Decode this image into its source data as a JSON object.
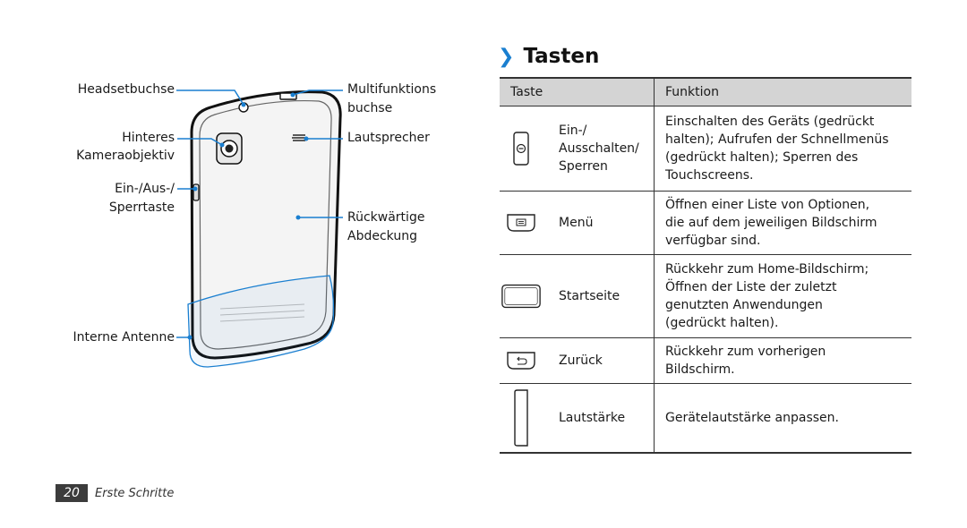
{
  "figure": {
    "labels": {
      "headset": "Headsetbuchse",
      "multifunction_1": "Multifunktions",
      "multifunction_2": "buchse",
      "rear_camera_1": "Hinteres",
      "rear_camera_2": "Kameraobjektiv",
      "speaker": "Lautsprecher",
      "power_1": "Ein-/Aus-/",
      "power_2": "Sperrtaste",
      "back_cover_1": "Rückwärtige",
      "back_cover_2": "Abdeckung",
      "antenna": "Interne Antenne"
    },
    "accent_color": "#1a7fd0"
  },
  "section": {
    "chevron": "❯",
    "title": "Tasten"
  },
  "table": {
    "headers": [
      "Taste",
      "Funktion"
    ],
    "rows": [
      {
        "icon": "power-key-icon",
        "name_lines": [
          "Ein-/",
          "Ausschalten/",
          "Sperren"
        ],
        "function_lines": [
          "Einschalten des Geräts (gedrückt",
          "halten); Aufrufen der Schnellmenüs",
          "(gedrückt halten); Sperren des",
          "Touchscreens."
        ]
      },
      {
        "icon": "menu-key-icon",
        "name_lines": [
          "Menü"
        ],
        "function_lines": [
          "Öffnen einer Liste von Optionen,",
          "die auf dem jeweiligen Bildschirm",
          "verfügbar sind."
        ]
      },
      {
        "icon": "home-key-icon",
        "name_lines": [
          "Startseite"
        ],
        "function_lines": [
          "Rückkehr zum Home-Bildschirm;",
          "Öffnen der Liste der zuletzt",
          "genutzten Anwendungen",
          "(gedrückt halten)."
        ]
      },
      {
        "icon": "back-key-icon",
        "name_lines": [
          "Zurück"
        ],
        "function_lines": [
          "Rückkehr zum vorherigen",
          "Bildschirm."
        ]
      },
      {
        "icon": "volume-key-icon",
        "name_lines": [
          "Lautstärke"
        ],
        "function_lines": [
          "Gerätelautstärke anpassen."
        ]
      }
    ]
  },
  "footer": {
    "page_number": "20",
    "chapter": "Erste Schritte"
  }
}
